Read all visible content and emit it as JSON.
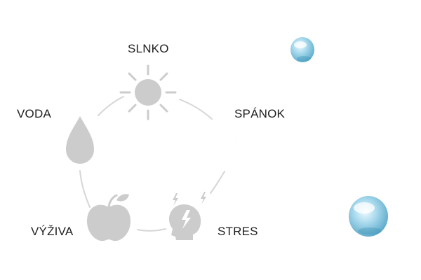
{
  "diagram": {
    "nodes": [
      {
        "id": "sun",
        "label": "SLNKO",
        "icon": "sun-icon"
      },
      {
        "id": "sleep",
        "label": "SPÁNOK",
        "icon": "moon-icon"
      },
      {
        "id": "stress",
        "label": "STRES",
        "icon": "head-lightning-icon"
      },
      {
        "id": "food",
        "label": "VÝŽIVA",
        "icon": "apple-icon"
      },
      {
        "id": "water",
        "label": "VODA",
        "icon": "water-drop-icon"
      }
    ],
    "icon_color": "#cccccc",
    "connector_color": "#d6d6d6",
    "decor": [
      "small-water-droplet-icon",
      "large-water-droplet-icon"
    ],
    "droplet_color": "#7fc3df"
  }
}
